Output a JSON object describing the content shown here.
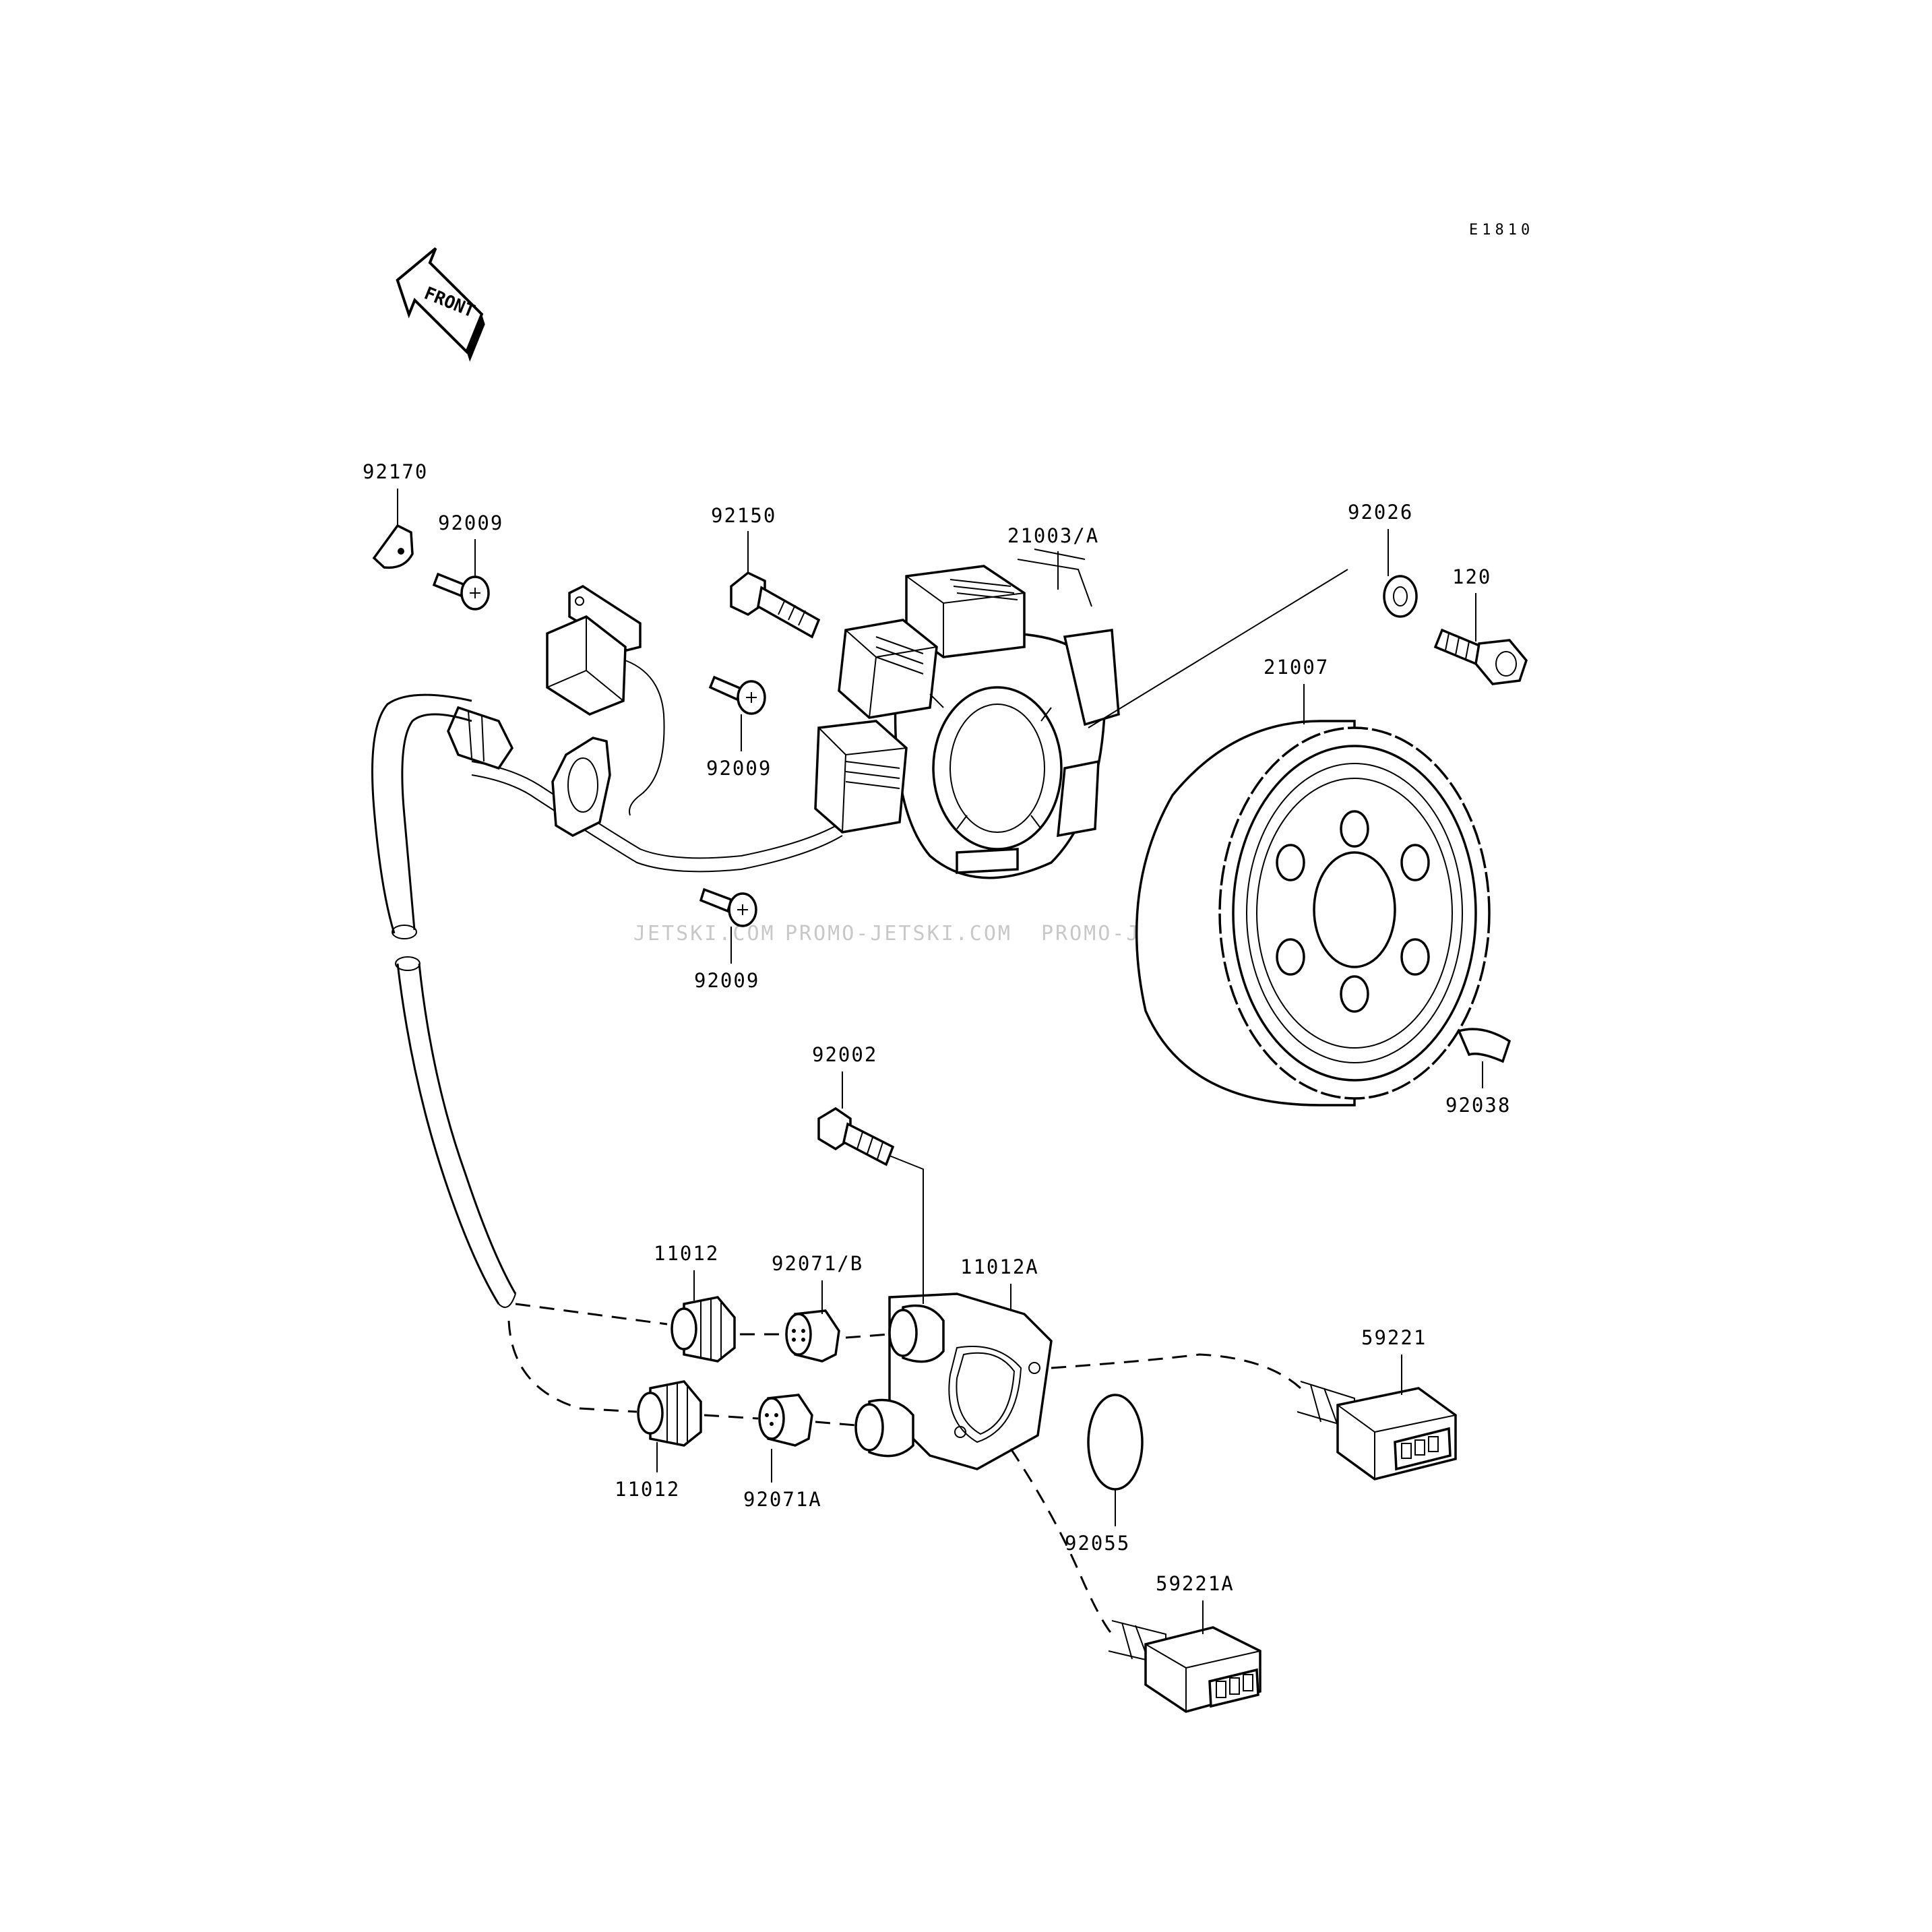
{
  "diagram_code": "E1810",
  "front_label": "FRONT",
  "watermark": [
    "JETSKI.COM",
    "PROMO-JETSKI.COM",
    "PROMO-JETSKI.COM"
  ],
  "callouts": {
    "p92170": "92170",
    "p92009a": "92009",
    "p92150": "92150",
    "p21003A": "21003/A",
    "p92026": "92026",
    "p120": "120",
    "p21007": "21007",
    "p92009b": "92009",
    "p92009c": "92009",
    "p92002": "92002",
    "p92038": "92038",
    "p11012a": "11012",
    "p92071B": "92071/B",
    "p11012A": "11012A",
    "p59221": "59221",
    "p11012b": "11012",
    "p92071A": "92071A",
    "p92055": "92055",
    "p59221A": "59221A"
  }
}
